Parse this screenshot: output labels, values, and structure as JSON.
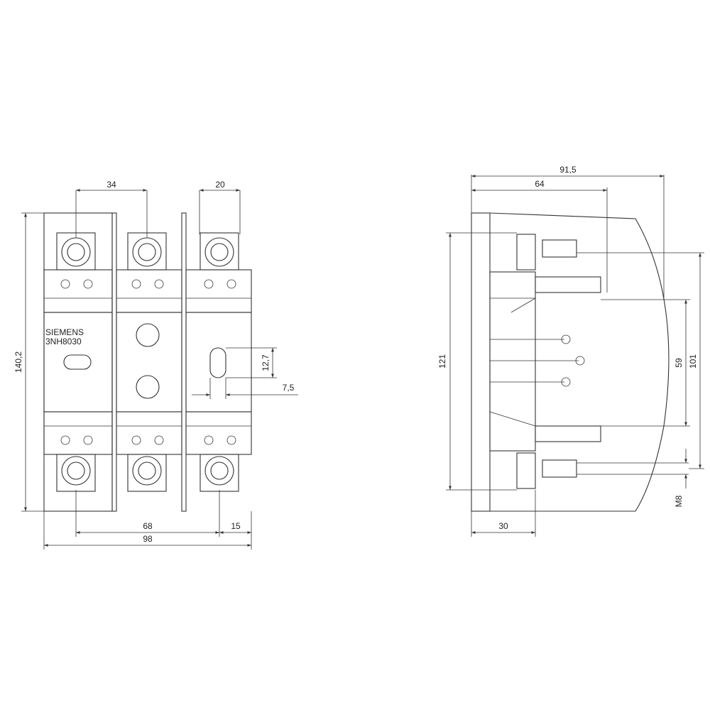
{
  "front_view": {
    "brand_label": "SIEMENS",
    "model_label": "3NH8030",
    "dims": {
      "top_pitch": "34",
      "top_width": "20",
      "height": "140,2",
      "slot_length": "12,7",
      "slot_width": "7,5",
      "bottom_pitch": "68",
      "bottom_offset": "15",
      "total_width": "98"
    }
  },
  "side_view": {
    "dims": {
      "total_depth": "91,5",
      "depth_to_terminal": "64",
      "height": "121",
      "inner_height": "59",
      "terminal_pitch": "101",
      "thread": "M8",
      "base_depth": "30"
    }
  }
}
